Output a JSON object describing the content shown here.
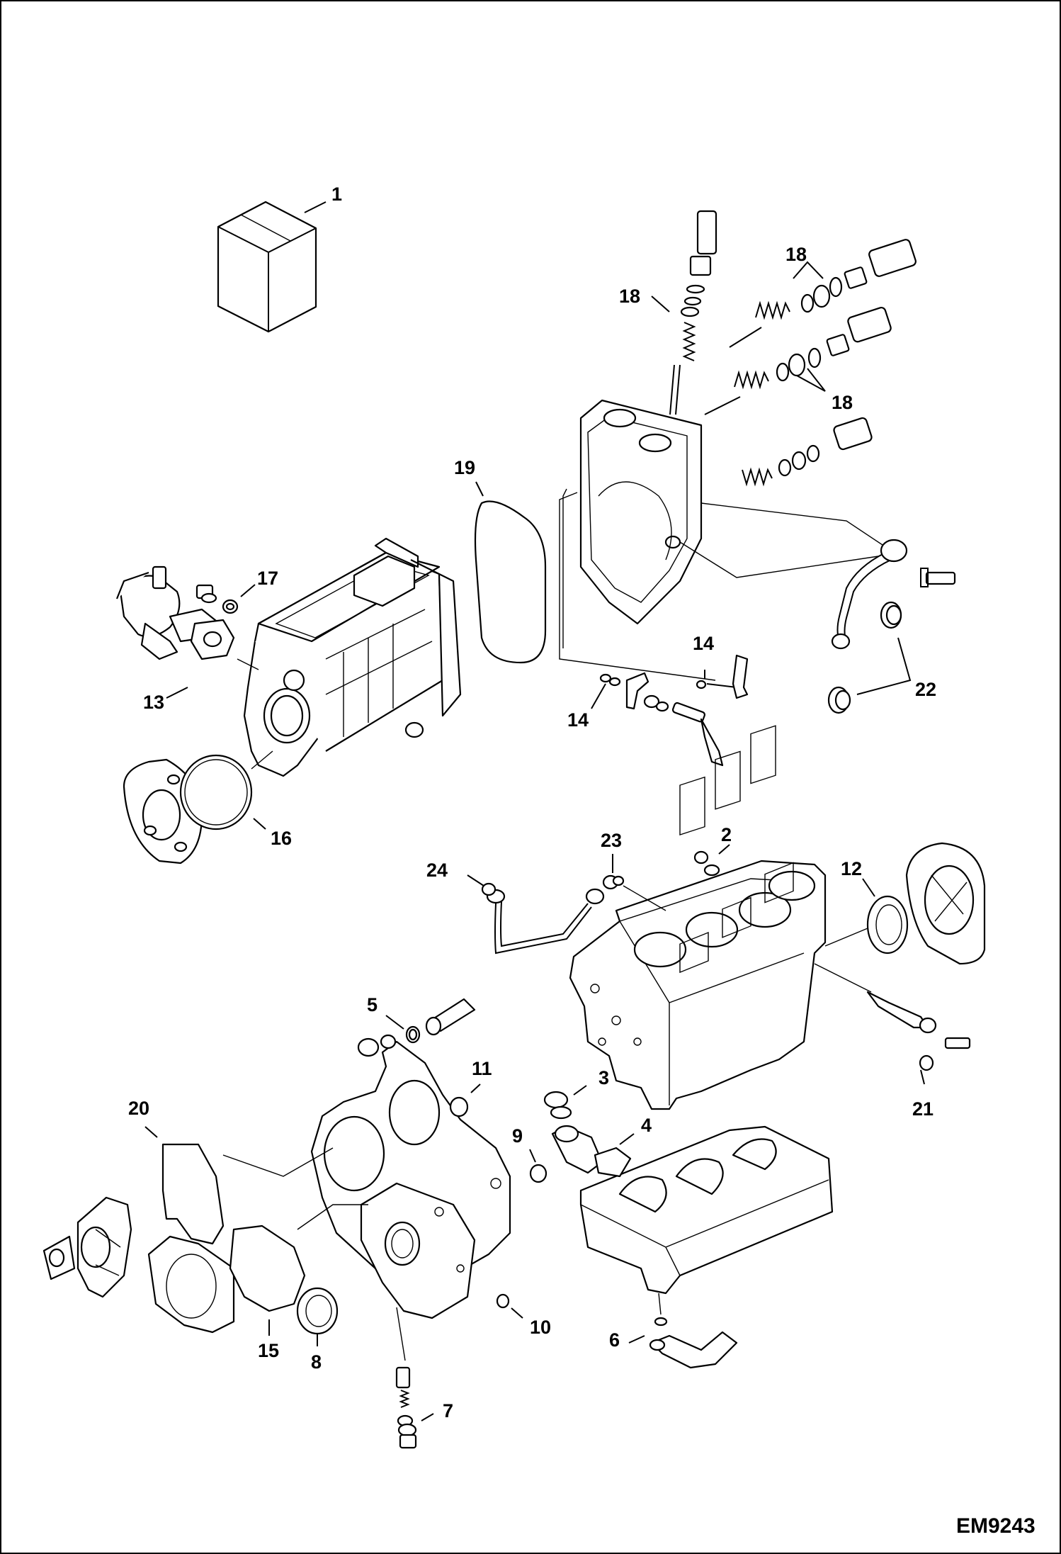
{
  "diagram": {
    "drawing_code": "EM9243",
    "callouts": {
      "c1": "1",
      "c2": "2",
      "c3": "3",
      "c4": "4",
      "c5": "5",
      "c6": "6",
      "c7": "7",
      "c8": "8",
      "c9": "9",
      "c10": "10",
      "c11": "11",
      "c12": "12",
      "c13": "13",
      "c14a": "14",
      "c14b": "14",
      "c15": "15",
      "c16": "16",
      "c17": "17",
      "c18a": "18",
      "c18b": "18",
      "c18c": "18",
      "c19": "19",
      "c20": "20",
      "c21": "21",
      "c22": "22",
      "c23": "23",
      "c24": "24"
    }
  }
}
